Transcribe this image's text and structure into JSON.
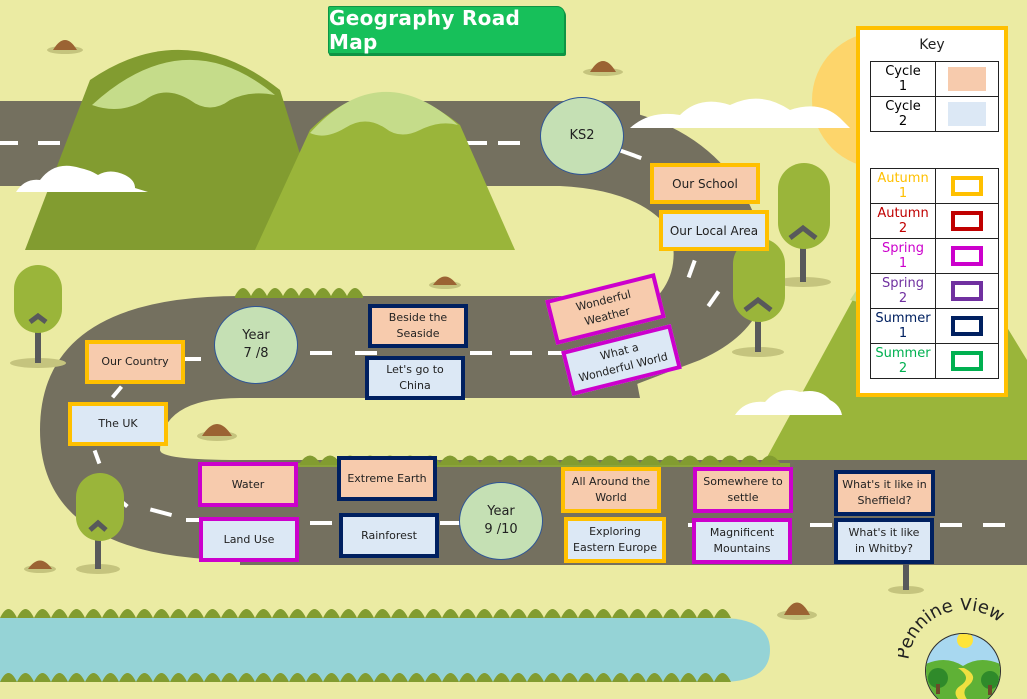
{
  "title": "Geography Road Map",
  "milestones": {
    "ks2": "KS2",
    "year78": [
      "Year",
      "7 /8"
    ],
    "year910": [
      "Year",
      "9 /10"
    ]
  },
  "topics": {
    "our_school": "Our School",
    "our_local_area": "Our Local Area",
    "wonderful_weather": "Wonderful Weather",
    "what_a_wonderful_world": "What a Wonderful World",
    "our_country": "Our Country",
    "the_uk": "The UK",
    "beside_the_seaside": "Beside the Seaside",
    "lets_go_to_china": "Let's go to China",
    "water": "Water",
    "land_use": "Land Use",
    "extreme_earth": "Extreme Earth",
    "rainforest": "Rainforest",
    "all_around_the_world": "All Around the World",
    "exploring_eastern_europe": "Exploring Eastern Europe",
    "somewhere_to_settle": "Somewhere to settle",
    "magnificent_mountains": "Magnificent Mountains",
    "whats_it_like_sheffield": "What's it like in Sheffield?",
    "whats_it_like_whitby": "What's it like in Whitby?"
  },
  "key": {
    "title": "Key",
    "cycles": [
      {
        "label1": "Cycle",
        "label2": "1",
        "color": "#f7cbad"
      },
      {
        "label1": "Cycle",
        "label2": "2",
        "color": "#dce8f5"
      }
    ],
    "terms": [
      {
        "label1": "Autumn",
        "label2": "1",
        "color": "#ffc000"
      },
      {
        "label1": "Autumn",
        "label2": "2",
        "color": "#c00000"
      },
      {
        "label1": "Spring",
        "label2": "1",
        "color": "#cc00cc"
      },
      {
        "label1": "Spring",
        "label2": "2",
        "color": "#7030a0"
      },
      {
        "label1": "Summer",
        "label2": "1",
        "color": "#002060"
      },
      {
        "label1": "Summer",
        "label2": "2",
        "color": "#00b050"
      }
    ]
  },
  "logo": {
    "text": "Pennine View"
  }
}
